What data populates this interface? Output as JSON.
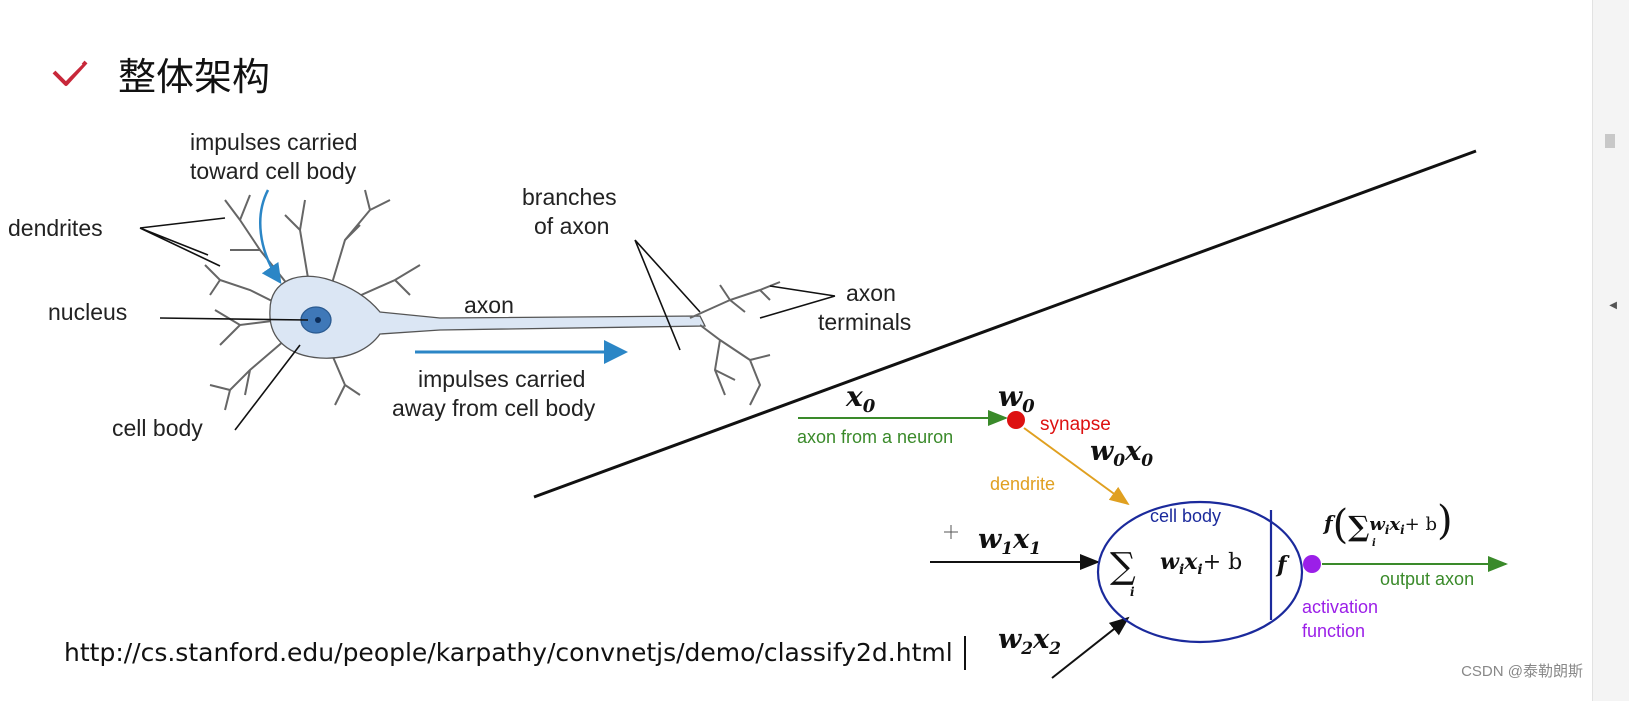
{
  "header": {
    "title": "整体架构",
    "check_color": "#c8283a"
  },
  "neuron_labels": {
    "impulses_toward_1": "impulses carried",
    "impulses_toward_2": "toward cell body",
    "dendrites": "dendrites",
    "nucleus": "nucleus",
    "cell_body": "cell body",
    "branches_1": "branches",
    "branches_2": "of axon",
    "axon": "axon",
    "axon_terminals_1": "axon",
    "axon_terminals_2": "terminals",
    "impulses_away_1": "impulses carried",
    "impulses_away_2": "away from cell body"
  },
  "model_labels": {
    "x0": "x",
    "x0_sub": "0",
    "w0": "w",
    "w0_sub": "0",
    "synapse": "synapse",
    "axon_from_neuron": "axon from a neuron",
    "w0x0": "w",
    "w0x0_sub1": "0",
    "w0x0_x": "x",
    "w0x0_sub2": "0",
    "dendrite": "dendrite",
    "cell_body": "cell body",
    "w1x1": "w",
    "w1x1_sub1": "1",
    "w1x1_x": "x",
    "w1x1_sub2": "1",
    "w2x2": "w",
    "w2x2_sub1": "2",
    "w2x2_x": "x",
    "w2x2_sub2": "2",
    "sum_expr": "w",
    "sum_sub_i": "i",
    "sum_x": "x",
    "sum_plus_b": "+ b",
    "f": "f",
    "output_f": "f",
    "output_sum": "w",
    "output_plus_b": "+ b",
    "output_axon": "output axon",
    "activation_1": "activation",
    "activation_2": "function"
  },
  "colors": {
    "neuron_fill": "#dbe6f4",
    "nucleus": "#3f78b8",
    "arrow_blue": "#2b86c6",
    "green": "#3a8a2a",
    "red": "#dd1111",
    "orange": "#e0a020",
    "navy": "#1b2a9c",
    "purple": "#9b1fe8"
  },
  "url": "http://cs.stanford.edu/people/karpathy/convnetjs/demo/classify2d.html",
  "watermark": "CSDN @泰勒朗斯"
}
